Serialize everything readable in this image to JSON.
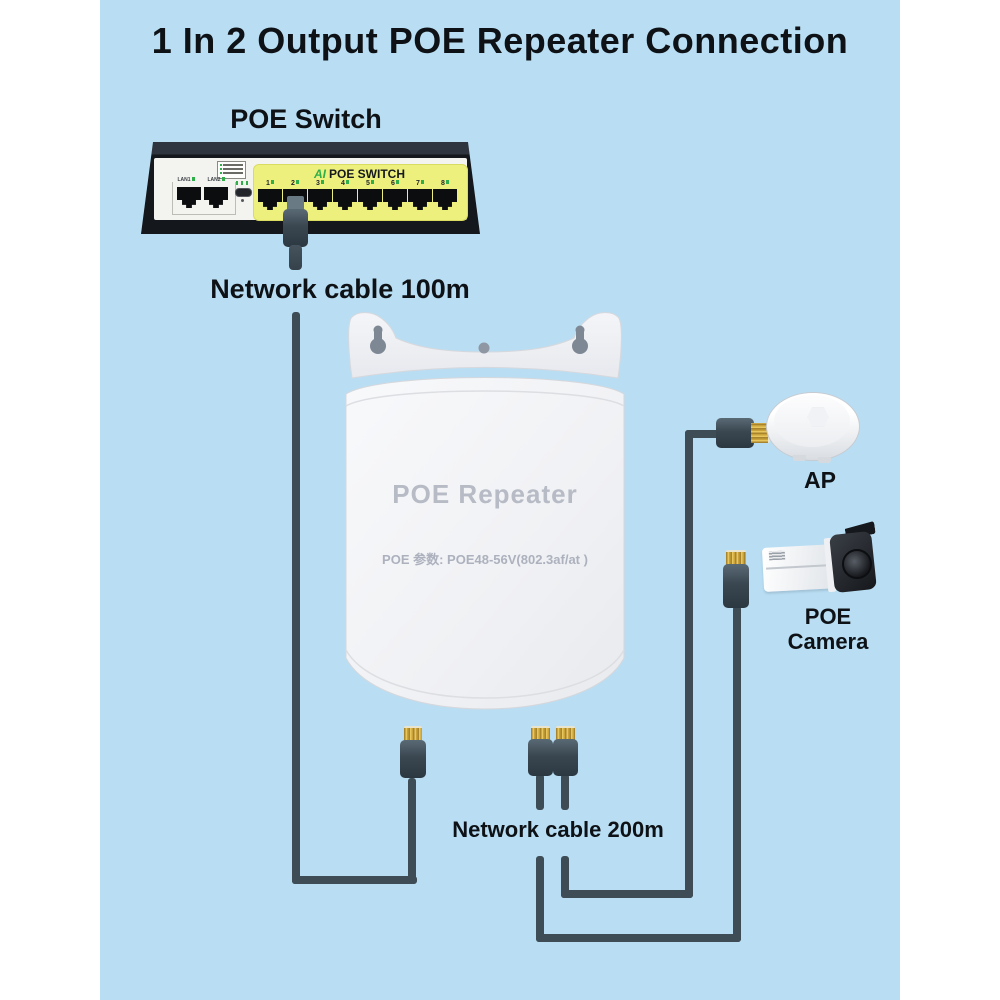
{
  "title": "1 In 2 Output POE Repeater Connection",
  "labels": {
    "switch": "POE Switch",
    "cable_in": "Network cable 100m",
    "cable_out": "Network cable 200m",
    "ap": "AP",
    "camera": "POE Camera"
  },
  "switch_panel": {
    "brand_accent": "AI",
    "brand": "POE SWITCH",
    "lan_ports": [
      "LAN1",
      "LAN2"
    ],
    "poe_ports": [
      "1",
      "2",
      "3",
      "4",
      "5",
      "6",
      "7",
      "8"
    ]
  },
  "repeater": {
    "name": "POE Repeater",
    "spec": "POE 参数: POE48-56V(802.3af/at )"
  },
  "colors": {
    "background": "#b9def3",
    "page_margin": "#ffffff",
    "cable": "#3e4c56",
    "switch_body": "#16191e",
    "panel_yellow": "#edf07c",
    "accent_green": "#2fae4a",
    "connector_gold": "#c9a23c",
    "repeater_body": "#f1f2f5",
    "repeater_text": "#b7bbc5",
    "label_text": "#0e1216"
  }
}
